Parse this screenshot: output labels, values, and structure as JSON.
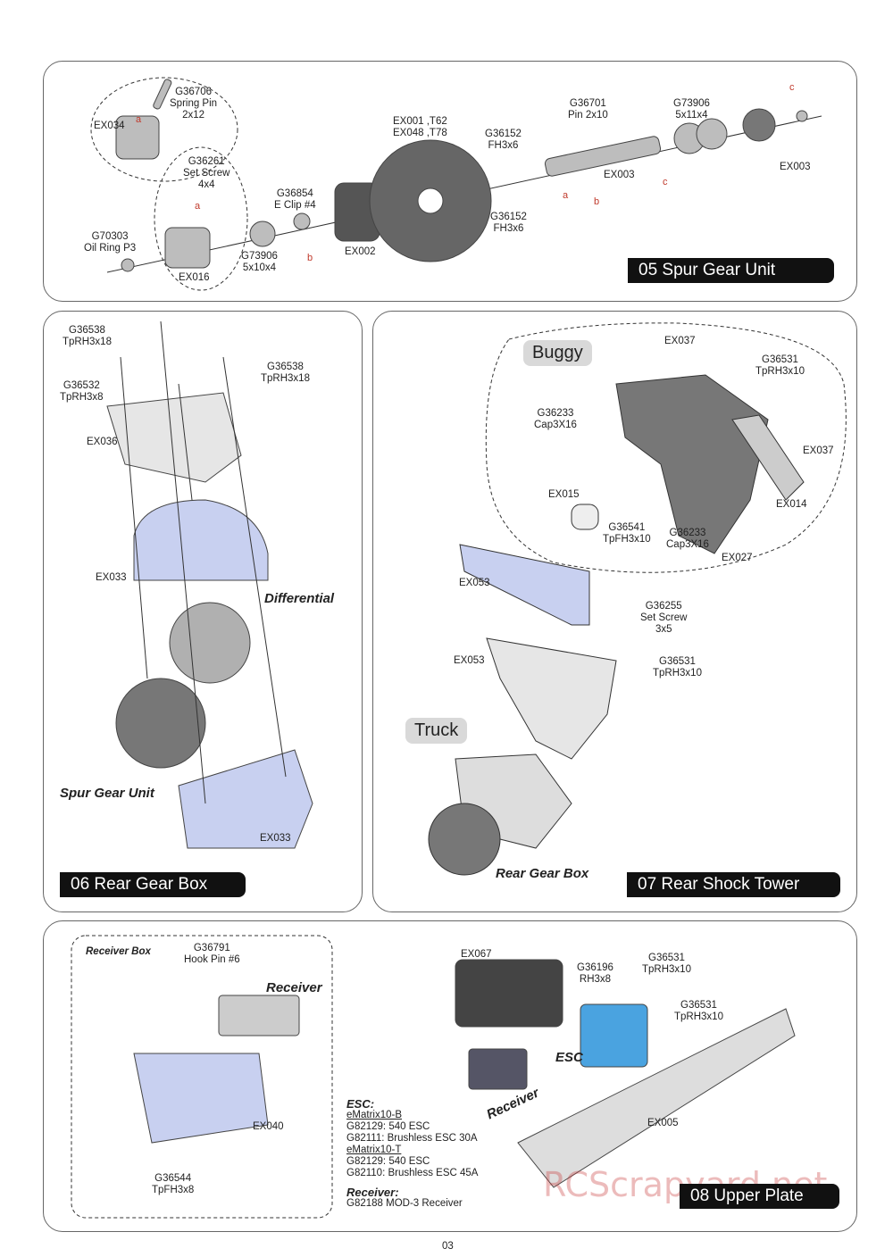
{
  "sec05": {
    "banner": "05 Spur Gear Unit",
    "labels": {
      "g36706": "G36706\nSpring Pin\n2x12",
      "ex034": "EX034",
      "g36261": "G36261\nSet Screw\n4x4",
      "g70303": "G70303\nOil Ring P3",
      "ex016": "EX016",
      "g73906a": "G73906\n5x10x4",
      "g36854": "G36854\nE Clip #4",
      "ex002": "EX002",
      "ex001": "EX001 ,T62\nEX048 ,T78",
      "g36152a": "G36152\nFH3x6",
      "g36152b": "G36152\nFH3x6",
      "g36701": "G36701\nPin 2x10",
      "ex003a": "EX003",
      "g73906b": "G73906\n5x11x4",
      "ex003b": "EX003"
    },
    "marks": [
      "a",
      "b",
      "a",
      "b",
      "c",
      "c",
      "a"
    ]
  },
  "sec06": {
    "banner": "06 Rear Gear Box",
    "labels": {
      "g36538a": "G36538\nTpRH3x18",
      "g36532": "G36532\nTpRH3x8",
      "g36538b": "G36538\nTpRH3x18",
      "ex036": "EX036",
      "ex033a": "EX033",
      "ex033b": "EX033"
    },
    "differential": "Differential",
    "spur": "Spur Gear Unit"
  },
  "sec07": {
    "banner": "07 Rear Shock Tower",
    "buggy": "Buggy",
    "truck": "Truck",
    "rear_gear_box": "Rear Gear Box",
    "labels": {
      "ex037a": "EX037",
      "g36531a": "G36531\nTpRH3x10",
      "g36233a": "G36233\nCap3X16",
      "ex037b": "EX037",
      "ex015": "EX015",
      "ex014": "EX014",
      "g36541": "G36541\nTpFH3x10",
      "g36233b": "G36233\nCap3X16",
      "ex027": "EX027",
      "ex053a": "EX053",
      "g36255": "G36255\nSet Screw\n3x5",
      "ex053b": "EX053",
      "g36531b": "G36531\nTpRH3x10"
    }
  },
  "sec08": {
    "banner": "08 Upper Plate",
    "receiver_box": "Receiver Box",
    "receiver": "Receiver",
    "receiver2": "Receiver",
    "esc": "ESC",
    "labels": {
      "g36791": "G36791\nHook Pin #6",
      "ex040": "EX040",
      "g36544": "G36544\nTpFH3x8",
      "ex067": "EX067",
      "g36196": "G36196\nRH3x8",
      "g36531a": "G36531\nTpRH3x10",
      "g36531b": "G36531\nTpRH3x10",
      "ex005": "EX005"
    },
    "notes": {
      "esc_h": "ESC:",
      "l1": "eMatrix10-B",
      "l2": "G82129: 540 ESC",
      "l3": "G82111: Brushless ESC 30A",
      "l4": "eMatrix10-T",
      "l5": "G82129: 540 ESC",
      "l6": "G82110: Brushless ESC 45A",
      "rx_h": "Receiver:",
      "l7": "G82188  MOD-3 Receiver"
    }
  },
  "watermark": "RCScrapyard.net",
  "page_number": "03"
}
